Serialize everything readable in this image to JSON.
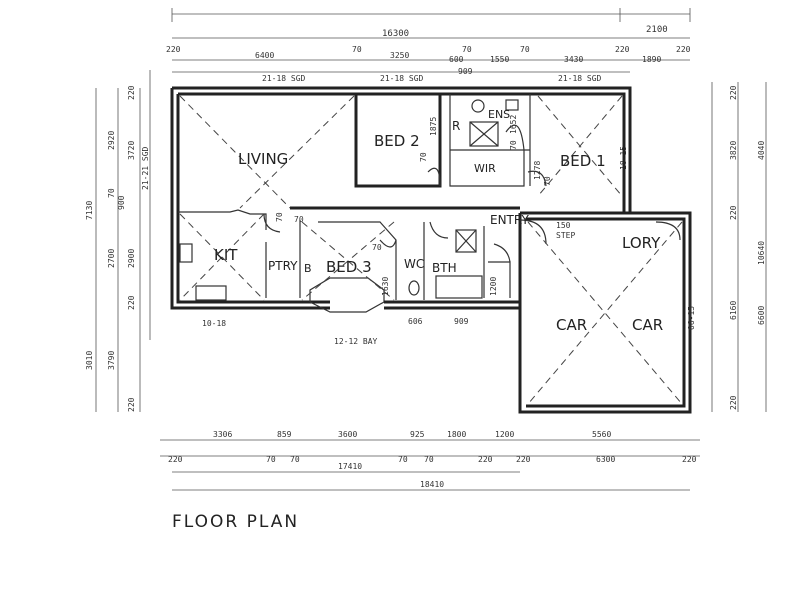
{
  "title": "FLOOR PLAN",
  "rooms": {
    "living": "LIVING",
    "bed2": "BED 2",
    "bed1": "BED 1",
    "bed3": "BED 3",
    "kit": "KIT",
    "ptry": "PTRY",
    "wc": "WC",
    "bth": "BTH",
    "ens": "ENS",
    "wir": "WIR",
    "entry": "ENTRY",
    "lory": "LORY",
    "car1": "CAR",
    "car2": "CAR",
    "r": "R",
    "b": "B",
    "step": "STEP",
    "bay": "12-12 BAY"
  },
  "dims_top": {
    "overall": "16300",
    "right_overall": "2100",
    "r2": [
      "220",
      "6400",
      "70",
      "3250",
      "70",
      "600",
      "1550",
      "70",
      "3430",
      "220",
      "220"
    ],
    "r3_extra": [
      "909",
      "1890"
    ],
    "sgd": [
      "21-18 SGD",
      "21-18 SGD",
      "21-18 SGD"
    ]
  },
  "dims_bottom": {
    "r1": [
      "3306",
      "859",
      "3600",
      "925",
      "1800",
      "1200",
      "5560"
    ],
    "r2": [
      "220",
      "70",
      "70",
      "70",
      "70",
      "220",
      "220",
      "6300",
      "220"
    ],
    "mid": "17410",
    "overall": "18410"
  },
  "dims_left": [
    "220",
    "2920",
    "3720",
    "70",
    "900",
    "7130",
    "2700",
    "2900",
    "220",
    "3010",
    "3790",
    "220",
    "21-21 SGD"
  ],
  "dims_right": [
    "220",
    "3820",
    "4040",
    "220",
    "6160",
    "6600",
    "10640",
    "220",
    "18-15",
    "06-15"
  ],
  "inner_dims": [
    "1875",
    "70",
    "1652",
    "70",
    "1278",
    "70",
    "70",
    "1200",
    "150",
    "1630",
    "70",
    "10-18",
    "606",
    "909",
    "70"
  ]
}
